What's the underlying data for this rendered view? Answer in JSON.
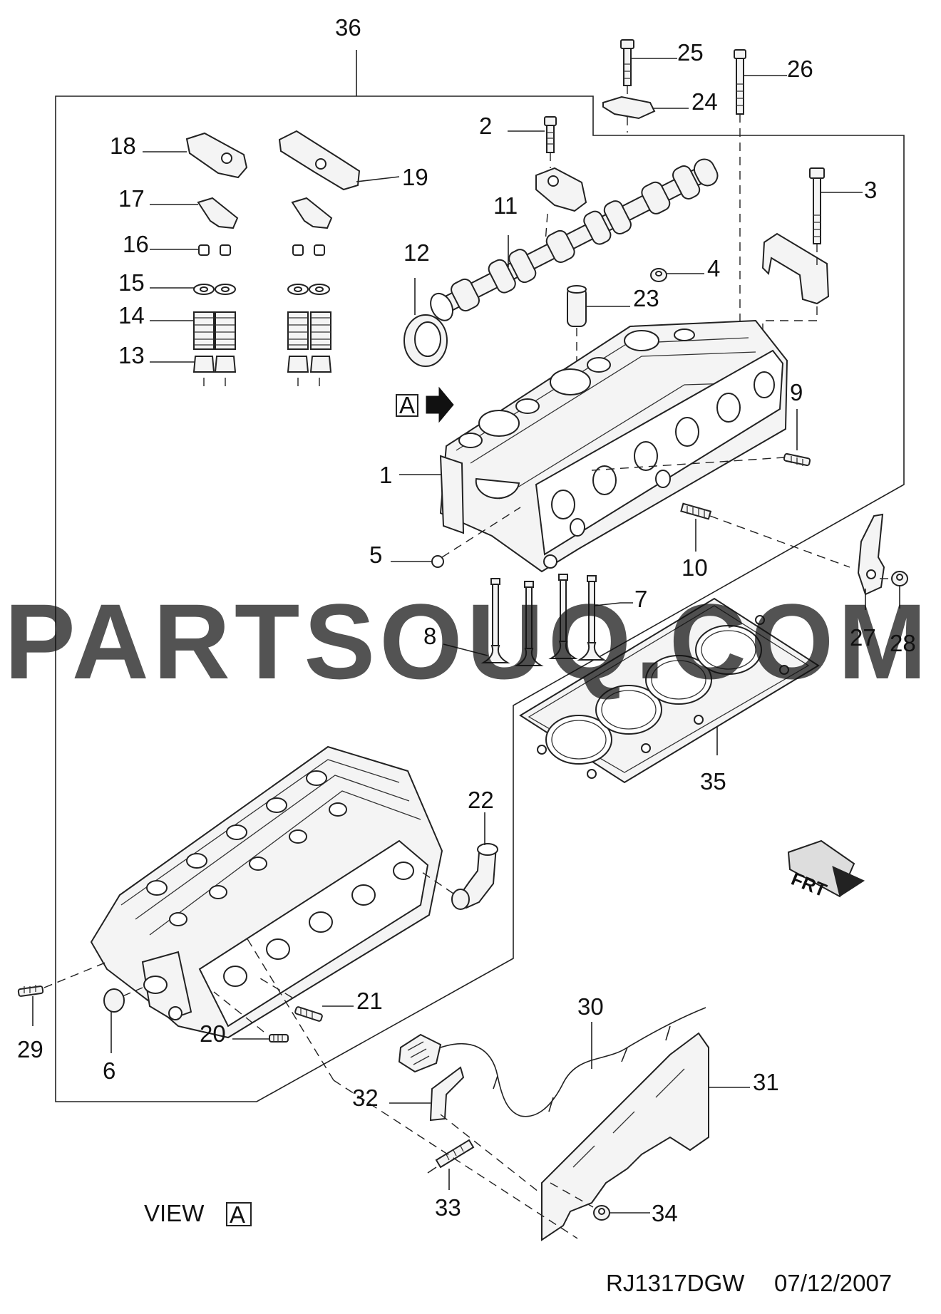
{
  "diagram": {
    "callouts": [
      "1",
      "2",
      "3",
      "4",
      "5",
      "6",
      "7",
      "8",
      "9",
      "10",
      "11",
      "12",
      "13",
      "14",
      "15",
      "16",
      "17",
      "18",
      "19",
      "20",
      "21",
      "22",
      "23",
      "24",
      "25",
      "26",
      "27",
      "28",
      "29",
      "30",
      "31",
      "32",
      "33",
      "34",
      "35",
      "36"
    ],
    "view_label": "VIEW",
    "view_ref": "A",
    "arrow_ref": "A",
    "front_marker": "FRT",
    "drawing_code": "RJ1317DGW",
    "drawing_date": "07/12/2007",
    "watermark": "PARTSOUQ.COM"
  }
}
